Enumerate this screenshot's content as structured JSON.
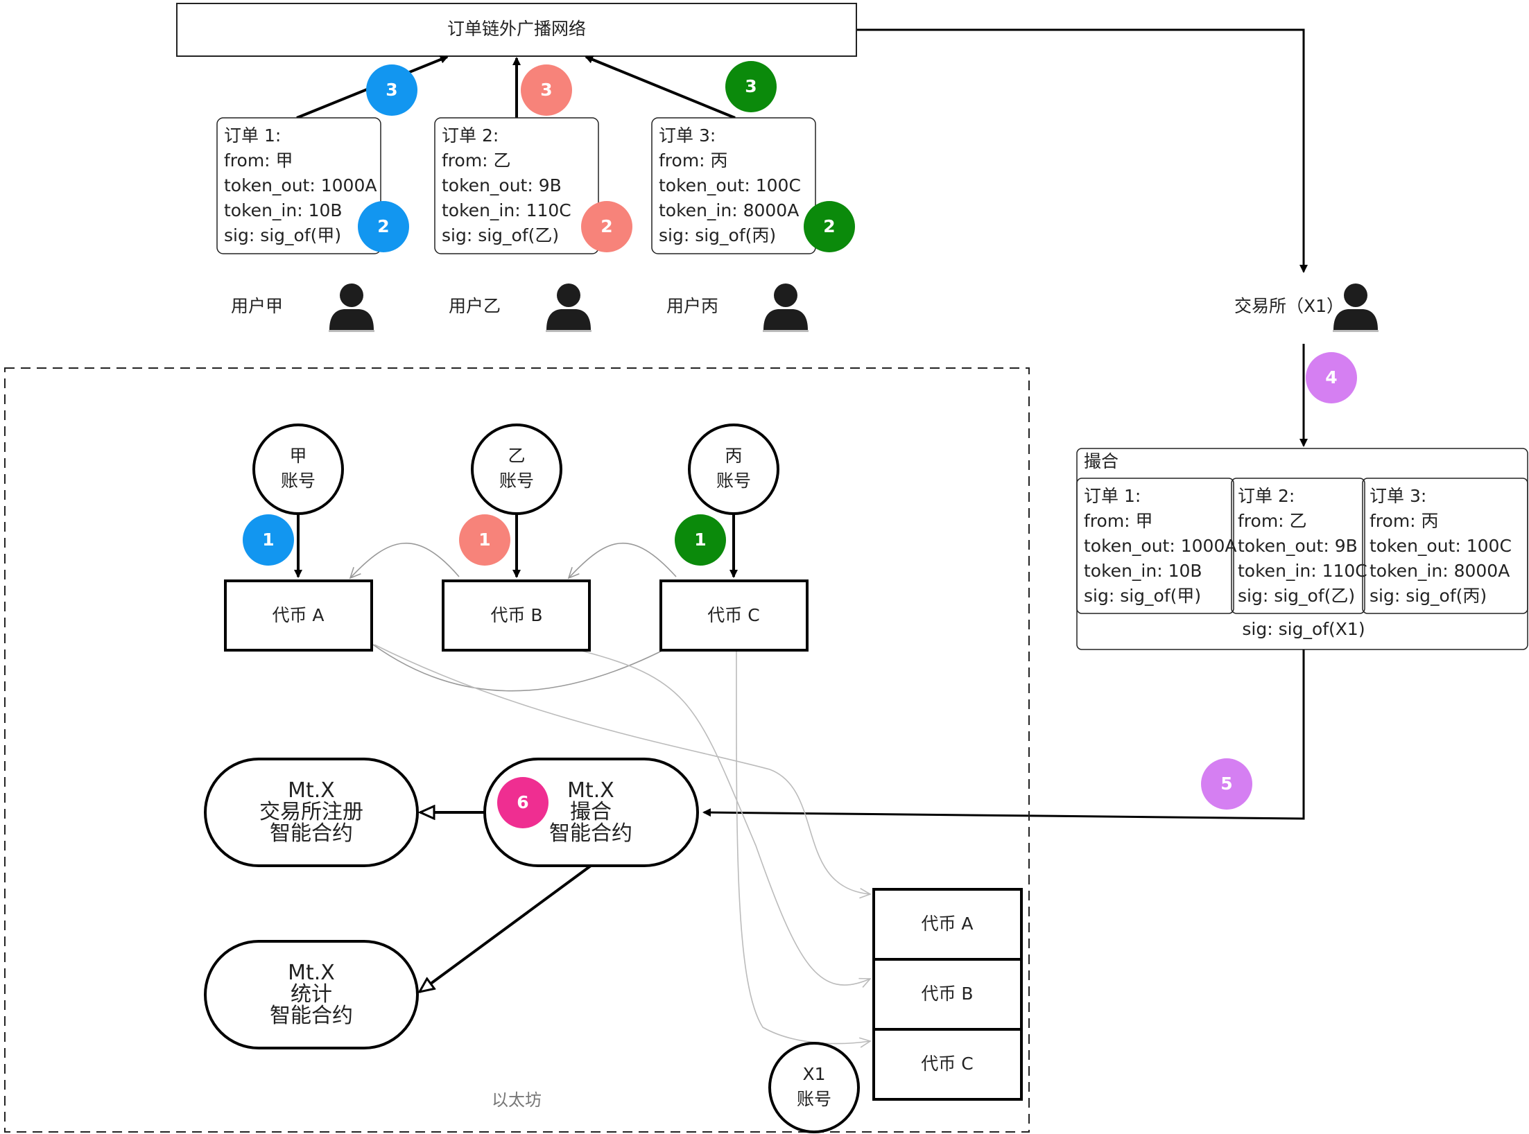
{
  "broadcast_network": {
    "label": "订单链外广播网络"
  },
  "orders": [
    {
      "title": "订单 1:",
      "from": "from: 甲",
      "token_out": "token_out: 1000A",
      "token_in": "token_in: 10B",
      "sig": "sig: sig_of(甲)",
      "color": "#1296f0"
    },
    {
      "title": "订单 2:",
      "from": "from: 乙",
      "token_out": "token_out: 9B",
      "token_in": "token_in: 110C",
      "sig": "sig: sig_of(乙)",
      "color": "#f7837a"
    },
    {
      "title": "订单 3:",
      "from": "from: 丙",
      "token_out": "token_out: 100C",
      "token_in": "token_in: 8000A",
      "sig": "sig: sig_of(丙)",
      "color": "#0b8a0b"
    }
  ],
  "users": [
    "用户甲",
    "用户乙",
    "用户丙"
  ],
  "exchange": {
    "label": "交易所（X1）"
  },
  "match_box": {
    "title": "撮合",
    "sig": "sig: sig_of(X1)"
  },
  "steps": {
    "broadcast": "3",
    "sign": "2",
    "deposit": "1",
    "submit_to_exchange": "4",
    "submit_match": "5",
    "execute": "6"
  },
  "step_colors": {
    "step4": "#d57ff2",
    "step5": "#d57ff2",
    "step6": "#ef2e91"
  },
  "ethereum": {
    "label": "以太坊",
    "accounts": [
      {
        "line1": "甲",
        "line2": "账号"
      },
      {
        "line1": "乙",
        "line2": "账号"
      },
      {
        "line1": "丙",
        "line2": "账号"
      }
    ],
    "tokens": [
      "代币 A",
      "代币 B",
      "代币 C"
    ],
    "contracts": {
      "register": {
        "line1": "Mt.X",
        "line2": "交易所注册",
        "line3": "智能合约"
      },
      "match": {
        "line1": "Mt.X",
        "line2": "撮合",
        "line3": "智能合约"
      },
      "stats": {
        "line1": "Mt.X",
        "line2": "统计",
        "line3": "智能合约"
      }
    },
    "x1_tokens": [
      "代币 A",
      "代币 B",
      "代币 C"
    ],
    "x1_account": {
      "line1": "X1",
      "line2": "账号"
    }
  }
}
